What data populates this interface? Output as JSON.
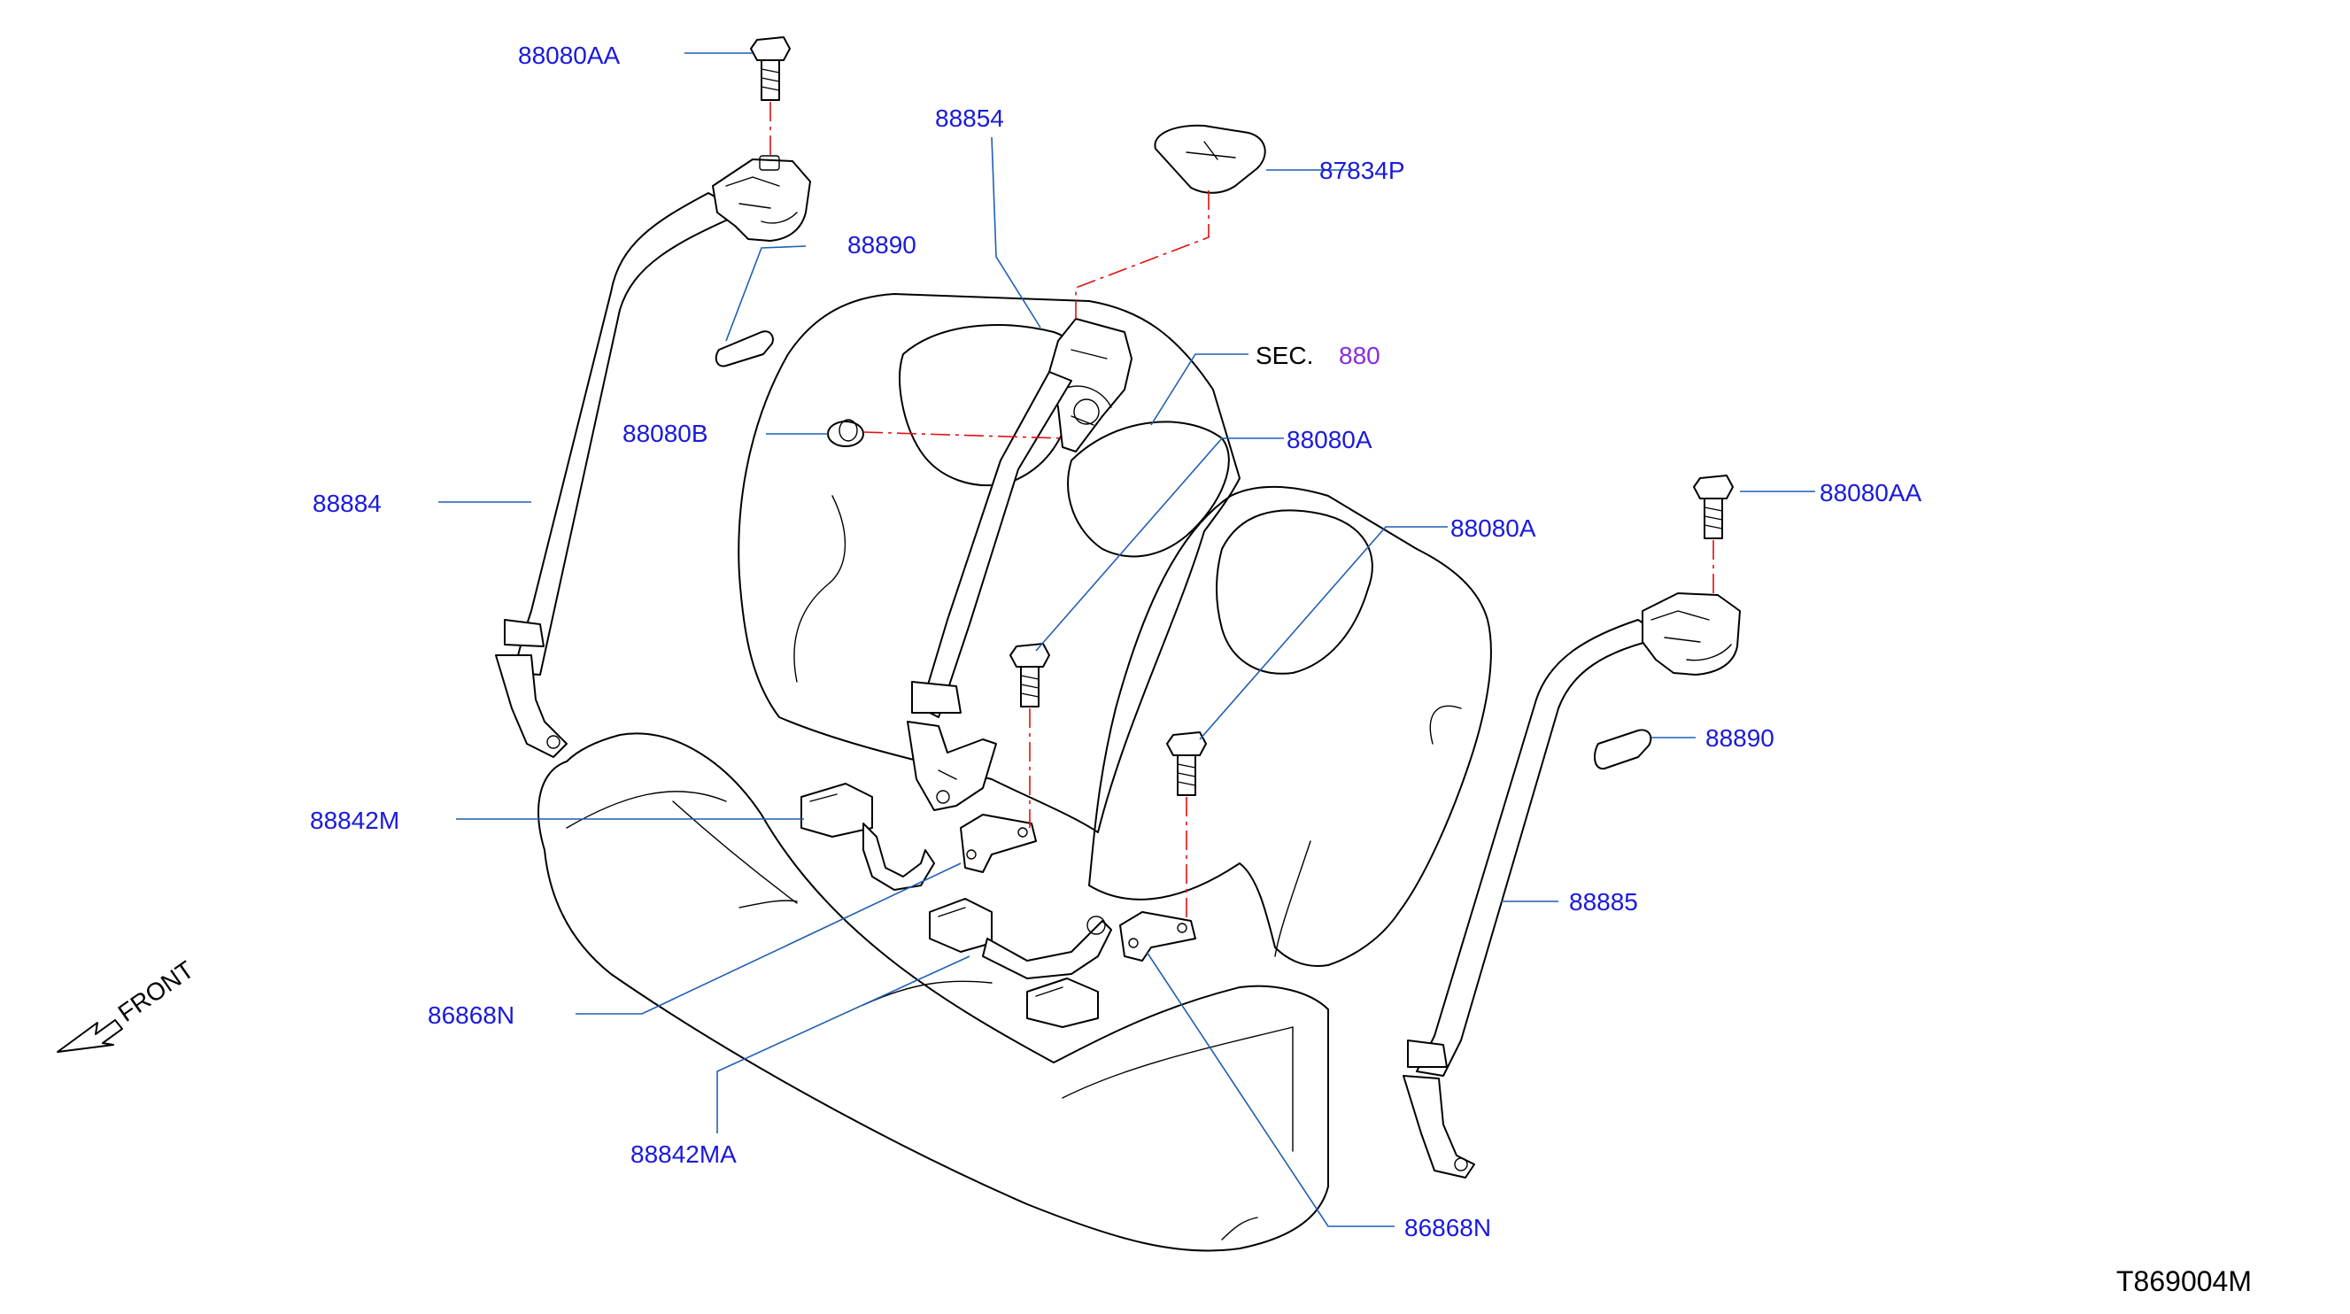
{
  "labels": {
    "bolt_top_left": "88080AA",
    "retractor_center": "88854",
    "cover": "87834P",
    "button_top_left": "88890",
    "sec_prefix": "SEC.",
    "sec_number": "880",
    "clip": "88080B",
    "bolt_center": "88080A",
    "belt_left": "88884",
    "bolt_mid": "88080A",
    "bolt_top_right": "88080AA",
    "buckle_left": "88842M",
    "button_right": "88890",
    "belt_right": "88885",
    "bracket_left": "86868N",
    "buckle_center": "88842MA",
    "bracket_right": "86868N",
    "front": "FRONT",
    "diagram_code": "T869004M"
  },
  "colors": {
    "part_number": "#1a1adc",
    "leader_line": "#1f5fb4",
    "section_ref": "#8a2be2",
    "dash_line": "#e01010"
  }
}
